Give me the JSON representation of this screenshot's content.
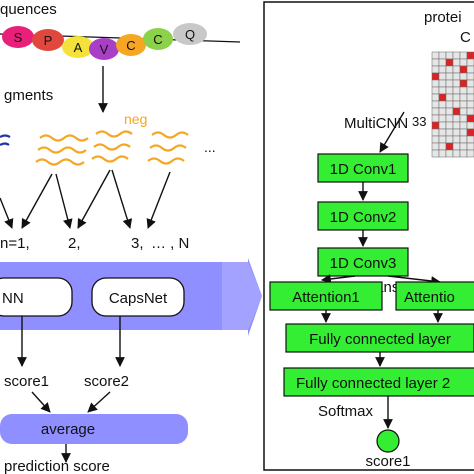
{
  "left_panel": {
    "sequences_label": "quences",
    "amino_acids": [
      {
        "letter": "S",
        "color": "#e8207a"
      },
      {
        "letter": "P",
        "color": "#e0483e"
      },
      {
        "letter": "A",
        "color": "#f4e23a"
      },
      {
        "letter": "V",
        "color": "#a83fc6"
      },
      {
        "letter": "C",
        "color": "#f5a623"
      },
      {
        "letter": "C",
        "color": "#8cd14a"
      },
      {
        "letter": "Q",
        "color": "#c8c8c8"
      }
    ],
    "fragments_label": "gments",
    "neg_label": "neg",
    "ellipsis": "...",
    "index_labels": [
      "n=1,",
      "2,",
      "3,",
      "… , N"
    ],
    "model_bar": {
      "color": "#8f8fff",
      "model_1": "NN",
      "model_2": "CapsNet"
    },
    "scores": [
      "score1",
      "score2"
    ],
    "average_label": "average",
    "output_label": "prediction score"
  },
  "right_panel": {
    "protein_label": "protei",
    "protein_label_2": "C",
    "matrix_number": "33",
    "multicnn_label": "MultiCNN",
    "layers": [
      "1D Conv1",
      "1D Conv2",
      "1D Conv3"
    ],
    "transposed_label": "transposed",
    "attention": [
      "Attention1",
      "Attentio"
    ],
    "fc_layers": [
      "Fully connected layer",
      "Fully connected layer 2"
    ],
    "softmax_label": "Softmax",
    "output_label": "score1"
  },
  "colors": {
    "green": "#33ee33",
    "fragment_orange": "#f5a623",
    "matrix_red": "#dd2222",
    "lane_blue": "#8f8fff"
  }
}
